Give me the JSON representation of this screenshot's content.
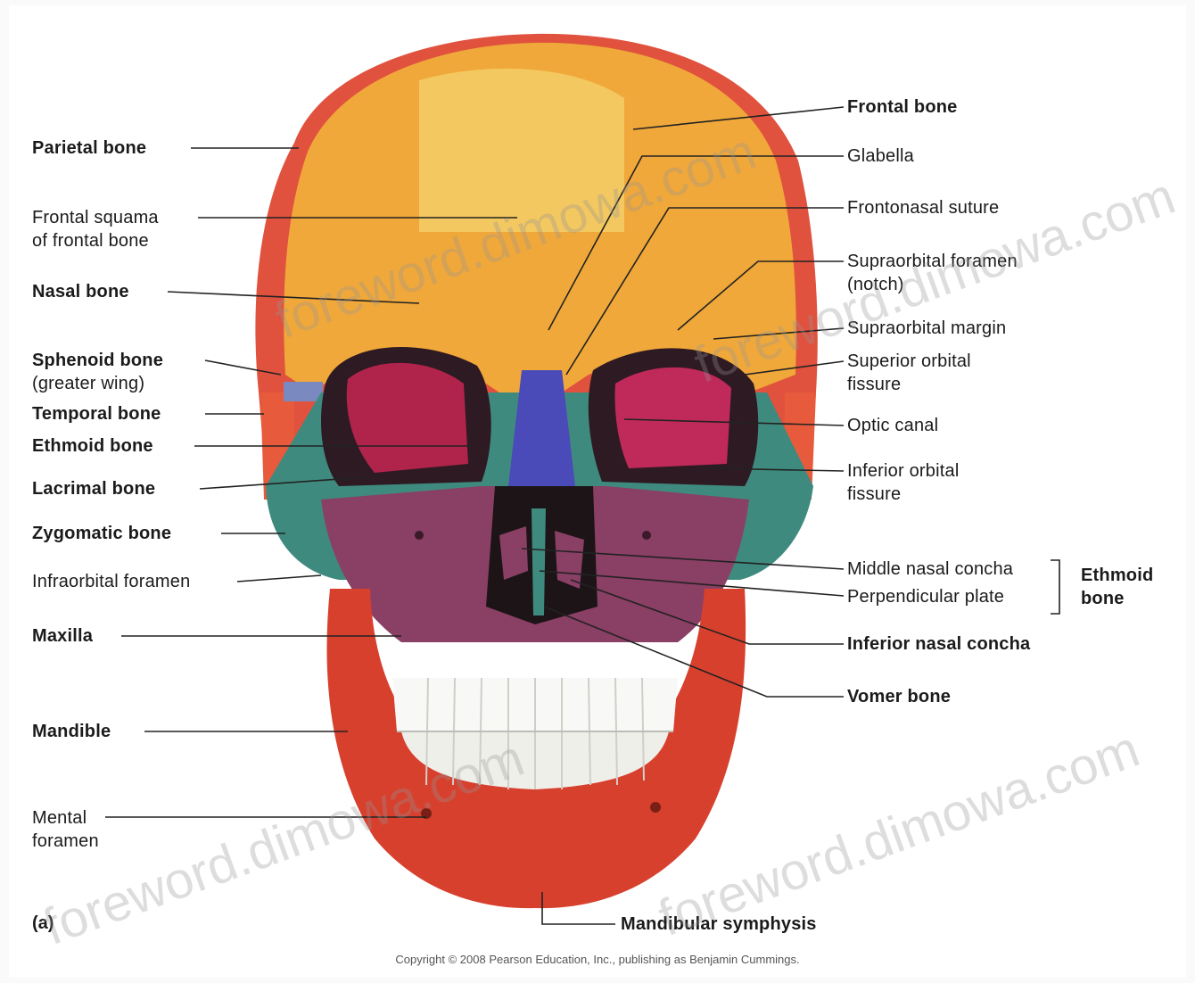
{
  "figure": {
    "part_label": "(a)",
    "copyright": "Copyright © 2008 Pearson Education, Inc., publishing as Benjamin Cummings.",
    "watermark": "foreword.dimowa.com",
    "left_labels": {
      "parietal": "Parietal bone",
      "frontal_squama_1": "Frontal  squama",
      "frontal_squama_2": "of frontal bone",
      "nasal": "Nasal bone",
      "sphenoid_1": "Sphenoid bone",
      "sphenoid_2": "(greater wing)",
      "temporal": "Temporal bone",
      "ethmoid": "Ethmoid bone",
      "lacrimal": "Lacrimal bone",
      "zygomatic": "Zygomatic bone",
      "infraorbital": "Infraorbital foramen",
      "maxilla": "Maxilla",
      "mandible": "Mandible",
      "mental_1": "Mental",
      "mental_2": "foramen"
    },
    "right_labels": {
      "frontal": "Frontal bone",
      "glabella": "Glabella",
      "frontonasal": "Frontonasal suture",
      "supraorbital_foramen_1": "Supraorbital foramen",
      "supraorbital_foramen_2": "(notch)",
      "supraorbital_margin": "Supraorbital margin",
      "superior_orbital_1": "Superior orbital",
      "superior_orbital_2": "fissure",
      "optic": "Optic canal",
      "inferior_orbital_1": "Inferior orbital",
      "inferior_orbital_2": "fissure",
      "middle_concha": "Middle nasal concha",
      "perpendicular": "Perpendicular plate",
      "ethmoid_group_1": "Ethmoid",
      "ethmoid_group_2": "bone",
      "inferior_concha": "Inferior nasal concha",
      "vomer": "Vomer bone"
    },
    "bottom_labels": {
      "symphysis": "Mandibular symphysis"
    },
    "colors": {
      "frontal": "#f0a83a",
      "frontal_light": "#f5cf6a",
      "parietal": "#e0523e",
      "temporal": "#e85a3c",
      "sphenoid": "#c43a5a",
      "zygomatic": "#3f8a7e",
      "maxilla": "#8a3f64",
      "mandible": "#d8402e",
      "nasal": "#4a4ab8",
      "orbit": "#b0244c",
      "teeth": "#f8f8f6"
    }
  }
}
